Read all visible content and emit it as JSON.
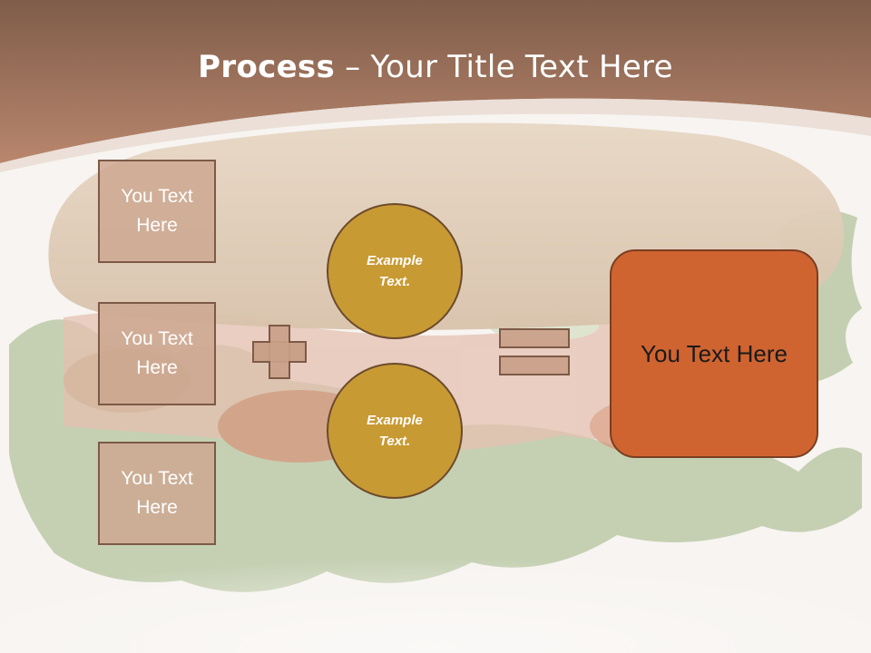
{
  "slide": {
    "title_bold": "Process",
    "title_rest": " – Your Title Text Here",
    "left_boxes": [
      "You Text Here",
      "You Text Here",
      "You Text Here"
    ],
    "circles": [
      "Example Text.",
      "Example Text."
    ],
    "result_label": "You Text Here"
  },
  "icons": {
    "plus": "plus-sign",
    "equals": "equals-sign",
    "background": "sandwich-photo"
  },
  "colors": {
    "header": "#9a6e56",
    "box_fill": "#cca68f",
    "circle_fill": "#c89a33",
    "result_fill": "#cf6431"
  }
}
